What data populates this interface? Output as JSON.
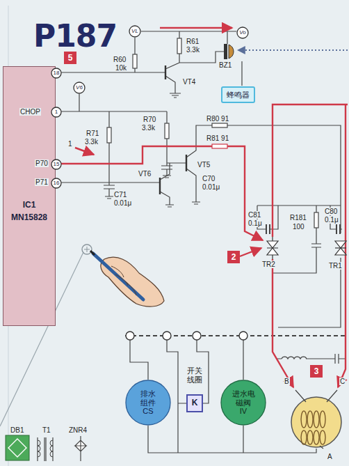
{
  "diagram": {
    "title": "P187",
    "nodes": [
      {
        "text": [
          "IC1",
          "MN15828"
        ]
      },
      {
        "text": [
          "18"
        ],
        "in": 0
      },
      {
        "text": [
          "1"
        ],
        "in": 0
      },
      {
        "text": [
          "15"
        ],
        "in": 0
      },
      {
        "text": [
          "16"
        ],
        "in": 0
      },
      {
        "text": [
          "VL"
        ]
      },
      {
        "text": [
          "V6"
        ]
      },
      {
        "text": [
          "Vo"
        ]
      },
      {
        "text": [
          "蜂鸣器"
        ]
      },
      {
        "text": [
          "排水组件",
          "CS"
        ]
      },
      {
        "text": [
          "开关线圈",
          "K"
        ]
      },
      {
        "text": [
          "进水电磁阀",
          "IV"
        ]
      }
    ],
    "labels": [
      "5",
      "R60",
      "10k",
      "R61",
      "3.3k",
      "VT4",
      "BZ1",
      "CHOP",
      "1",
      "R71",
      "3.3k",
      "R70",
      "3.3k",
      "R80 91",
      "R81 91",
      "P70",
      "P71",
      "VT5",
      "C70",
      "0.01μ",
      "VT6",
      "C71",
      "0.01μ",
      "2",
      "C81",
      "0.1μ",
      "R181",
      "100",
      "C80",
      "0.1μ",
      "TR2",
      "TR1",
      "3",
      "B",
      "C",
      "A",
      "DB1",
      "T1",
      "ZNR4"
    ]
  }
}
